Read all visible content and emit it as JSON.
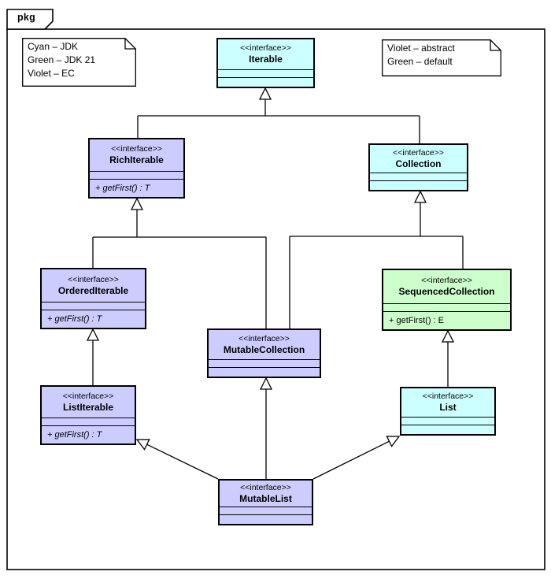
{
  "diagram": {
    "package_label": "pkg",
    "legend_left": {
      "lines": [
        "Cyan – JDK",
        "Green – JDK 21",
        "Violet – EC"
      ]
    },
    "legend_right": {
      "lines": [
        "Violet – abstract",
        "Green – default"
      ]
    },
    "colors": {
      "cyan": "#CCFFFF",
      "violet": "#CCCCFF",
      "green": "#CCFFCC"
    },
    "classes": {
      "iterable": {
        "stereotype": "<<interface>>",
        "name": "Iterable",
        "fill": "cyan"
      },
      "rich_iterable": {
        "stereotype": "<<interface>>",
        "name": "RichIterable",
        "fill": "violet",
        "method": "+ getFirst() : T",
        "method_abstract": true
      },
      "collection": {
        "stereotype": "<<interface>>",
        "name": "Collection",
        "fill": "cyan"
      },
      "ordered_iterable": {
        "stereotype": "<<interface>>",
        "name": "OrderedIterable",
        "fill": "violet",
        "method": "+ getFirst() : T",
        "method_abstract": true
      },
      "sequenced_collection": {
        "stereotype": "<<interface>>",
        "name": "SequencedCollection",
        "fill": "green",
        "method": "+ getFirst() : E",
        "method_abstract": false
      },
      "mutable_collection": {
        "stereotype": "<<interface>>",
        "name": "MutableCollection",
        "fill": "violet"
      },
      "list_iterable": {
        "stereotype": "<<interface>>",
        "name": "ListIterable",
        "fill": "violet",
        "method": "+ getFirst() : T",
        "method_abstract": true
      },
      "list": {
        "stereotype": "<<interface>>",
        "name": "List",
        "fill": "cyan"
      },
      "mutable_list": {
        "stereotype": "<<interface>>",
        "name": "MutableList",
        "fill": "violet"
      }
    },
    "relations": [
      {
        "child": "RichIterable",
        "parent": "Iterable",
        "type": "generalization"
      },
      {
        "child": "Collection",
        "parent": "Iterable",
        "type": "generalization"
      },
      {
        "child": "OrderedIterable",
        "parent": "RichIterable",
        "type": "generalization"
      },
      {
        "child": "MutableCollection",
        "parent": "RichIterable",
        "type": "generalization"
      },
      {
        "child": "MutableCollection",
        "parent": "Collection",
        "type": "generalization"
      },
      {
        "child": "SequencedCollection",
        "parent": "Collection",
        "type": "generalization"
      },
      {
        "child": "ListIterable",
        "parent": "OrderedIterable",
        "type": "generalization"
      },
      {
        "child": "List",
        "parent": "SequencedCollection",
        "type": "generalization"
      },
      {
        "child": "MutableList",
        "parent": "MutableCollection",
        "type": "generalization"
      },
      {
        "child": "MutableList",
        "parent": "ListIterable",
        "type": "generalization"
      },
      {
        "child": "MutableList",
        "parent": "List",
        "type": "generalization"
      }
    ]
  }
}
